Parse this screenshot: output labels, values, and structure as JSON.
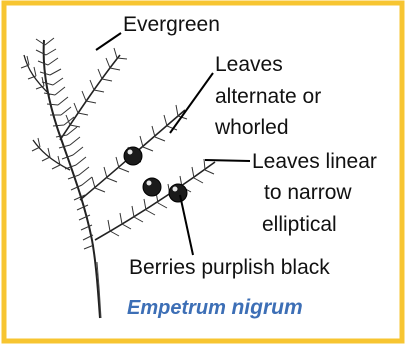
{
  "labels": {
    "evergreen": "Evergreen",
    "leaves_alt_1": "Leaves",
    "leaves_alt_2": "alternate or",
    "leaves_alt_3": "whorled",
    "leaves_lin_1": "Leaves linear",
    "leaves_lin_2": "to narrow",
    "leaves_lin_3": "elliptical",
    "berries": "Berries purplish black"
  },
  "caption": {
    "genus": "Empetrum",
    "species": "nigrum"
  },
  "colors": {
    "border": "#f7c531",
    "caption": "#3d6fb6",
    "ink": "#111111"
  }
}
